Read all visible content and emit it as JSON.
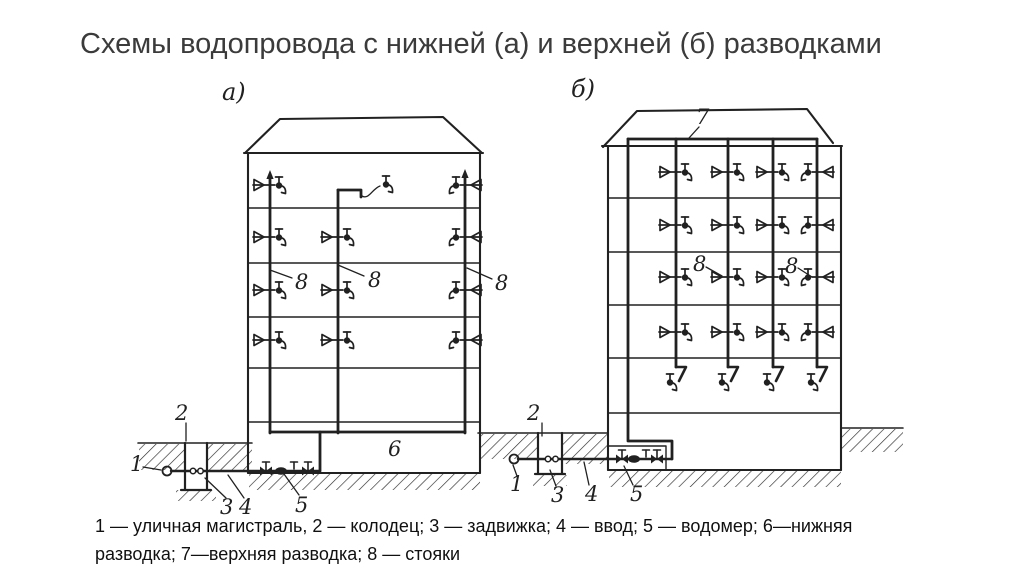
{
  "title": "Схемы водопровода с нижней (а) и верхней (б) разводками",
  "diagram": {
    "panel_a": "а)",
    "panel_b": "б)",
    "n1": "1",
    "n2": "2",
    "n3": "3",
    "n4": "4",
    "n5": "5",
    "n6": "6",
    "n7": "7",
    "n8": "8"
  },
  "caption": {
    "line1": "1 — уличная магистраль, 2 — колодец; 3 — задвижка; 4 — ввод; 5 — водомер; 6—нижняя",
    "line2": "разводка; 7—верхняя разводка; 8 — стояки"
  },
  "colors": {
    "ink": "#212121",
    "title": "#3b3b3b"
  }
}
